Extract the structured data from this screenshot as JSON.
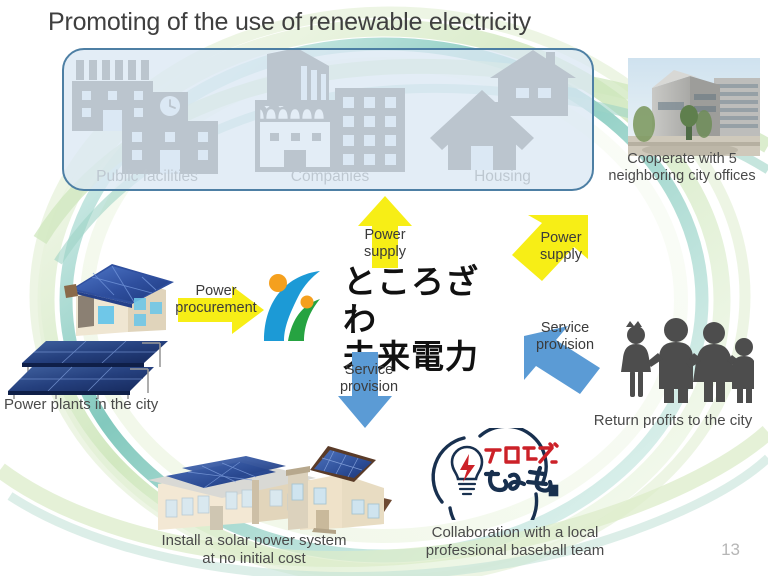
{
  "slide": {
    "title": "Promoting of the use of renewable electricity",
    "page_number": "13",
    "background_color": "#ffffff"
  },
  "consumer_box": {
    "border_color": "#4d7fa4",
    "fill_color": "#dbe8f3",
    "categories": [
      {
        "label": "Public facilities",
        "icons": [
          "civic-building-icon",
          "school-clock-building-icon"
        ]
      },
      {
        "label": "Companies",
        "icons": [
          "office-tower-icon",
          "shop-awning-icon",
          "apartment-block-icon"
        ]
      },
      {
        "label": "Housing",
        "icons": [
          "large-house-icon",
          "small-house-icon"
        ]
      }
    ]
  },
  "photo": {
    "caption": "Cooperate with 5\nneighboring city offices",
    "alt": "city-office-building-photo"
  },
  "center_logo": {
    "line1": "ところざわ",
    "line2": "未来電力",
    "mark_colors": {
      "blue": "#1c9ad6",
      "green": "#26a341",
      "orange": "#f5a01e"
    }
  },
  "left_side": {
    "caption": "Power plants in the city",
    "illustrations": [
      "solar-roof-house-illustration",
      "ground-solar-array-illustration"
    ]
  },
  "bottom_left": {
    "caption": "Install a solar power system\nat no initial cost",
    "illustrations": [
      "solar-roof-office-illustration",
      "solar-roof-home-illustration"
    ]
  },
  "bottom_center": {
    "caption": "Collaboration with a local\nprofessional baseball team",
    "logo_text_top": "ライオンズ",
    "logo_text_bottom": "でんき",
    "logo_colors": {
      "navy": "#18304f",
      "red": "#cc2128"
    }
  },
  "right_side": {
    "caption": "Return profits to the city",
    "icon": "family-of-four-icon"
  },
  "arrows": [
    {
      "name": "power-procurement-arrow",
      "label": "Power\nprocurement",
      "color": "#f7ee16",
      "direction": "right"
    },
    {
      "name": "power-supply-up-arrow",
      "label": "Power\nsupply",
      "color": "#f7ee16",
      "direction": "up"
    },
    {
      "name": "power-supply-diagonal-arrow",
      "label": "Power\nsupply",
      "color": "#f7ee16",
      "direction": "up-right"
    },
    {
      "name": "service-provision-down-arrow",
      "label": "Service\nprovision",
      "color": "#5b9bd5",
      "direction": "down"
    },
    {
      "name": "service-provision-diagonal-arrow",
      "label": "Service\nprovision",
      "color": "#5b9bd5",
      "direction": "down-right"
    }
  ],
  "background": {
    "swoosh_colors": [
      "#7fc4ba",
      "#cfe6c2",
      "#e8f2d8",
      "#bfe0d6"
    ]
  }
}
